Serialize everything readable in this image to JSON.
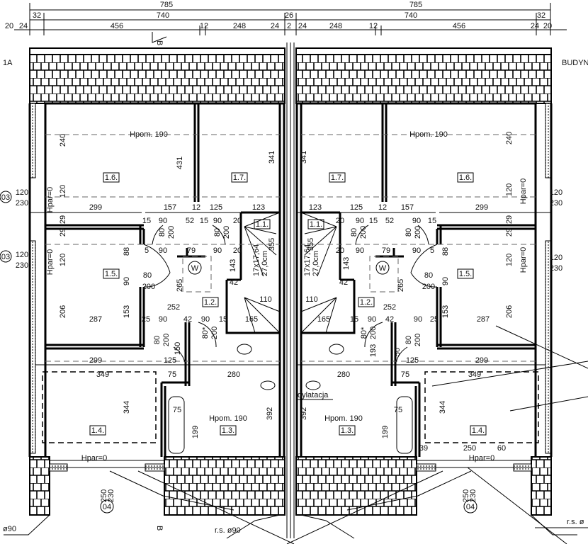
{
  "title_markers": {
    "left_axis": "1A",
    "right_axis": "BUDYNE",
    "section": "B"
  },
  "top_dims": {
    "left": {
      "overall": "785",
      "inner": "740",
      "d32": "32",
      "d20": "20",
      "d24a": "24",
      "d456": "456",
      "d12": "12",
      "d248": "248",
      "d24b": "24"
    },
    "center": {
      "d26": "26",
      "d2": "2"
    },
    "right": {
      "overall": "785",
      "inner": "740",
      "d32": "32",
      "d24a": "24",
      "d248": "248",
      "d12": "12",
      "d456": "456",
      "d24b": "24",
      "d20": "20"
    }
  },
  "rooms": {
    "r11": "1.1.",
    "r12": "1.2.",
    "r13": "1.3.",
    "r14": "1.4.",
    "r15": "1.5.",
    "r16": "1.6.",
    "r17": "1.7."
  },
  "heights": {
    "hpom": "Hpom. 190",
    "hpar": "Hpar=0"
  },
  "windows": {
    "w03": "03",
    "w04": "04",
    "h120": "120",
    "h230": "230",
    "h250": "250"
  },
  "doors": {
    "d80": "80",
    "d80s": "80*",
    "d200": "200"
  },
  "stairs": {
    "steps": "17x17,64",
    "tread": "27,0cm"
  },
  "dims": {
    "d299": "299",
    "d157": "157",
    "d12": "12",
    "d125": "125",
    "d123": "123",
    "d15": "15",
    "d90": "90",
    "d52": "52",
    "d20": "20",
    "d5": "5",
    "d79": "79",
    "d29": "29",
    "d240": "240",
    "d431": "431",
    "d341": "341",
    "d355": "355",
    "d120": "120",
    "d88": "88",
    "d265": "265",
    "d143": "143",
    "d42": "42",
    "d110": "110",
    "d252": "252",
    "d206": "206",
    "d287": "287",
    "d153": "153",
    "d25": "25",
    "d165": "165",
    "d150": "150",
    "d349": "349",
    "d75": "75",
    "d280": "280",
    "d392": "392",
    "d199": "199",
    "d344": "344",
    "d193": "193",
    "d50": "50",
    "d39": "39",
    "d250": "250",
    "d60": "60"
  },
  "annotations": {
    "dilatation": "dylatacja",
    "rs_left": "ø90",
    "rs_center": "r.s. ø90",
    "rs_right": "r.s. ø",
    "wm": "W"
  }
}
